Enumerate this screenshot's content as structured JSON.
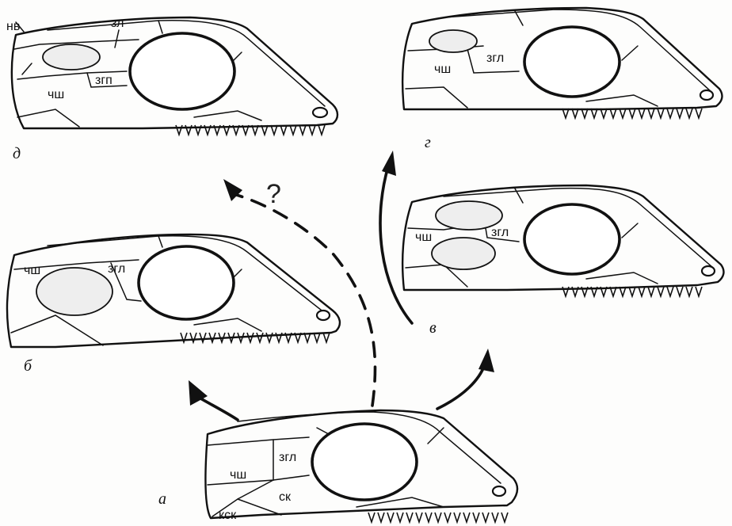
{
  "figure": {
    "skulls": {
      "a": {
        "panel_label": "а",
        "labels": {
          "jaw_cheek": "чш",
          "postorbital": "згл",
          "squamosal": "ск",
          "quadratojugal": "кск"
        }
      },
      "b": {
        "panel_label": "б",
        "labels": {
          "jaw_cheek": "чш",
          "postorbital": "згл"
        }
      },
      "v": {
        "panel_label": "в",
        "labels": {
          "jaw_cheek": "чш",
          "postorbital": "згл"
        }
      },
      "g": {
        "panel_label": "г",
        "labels": {
          "jaw_cheek": "чш",
          "postorbital": "згл"
        }
      },
      "d": {
        "panel_label": "д",
        "labels": {
          "supratemporal": "нв",
          "parietal_window": "зл",
          "jaw_cheek": "чш",
          "postorbital": "згп"
        }
      }
    },
    "uncertain_path_mark": "?"
  }
}
